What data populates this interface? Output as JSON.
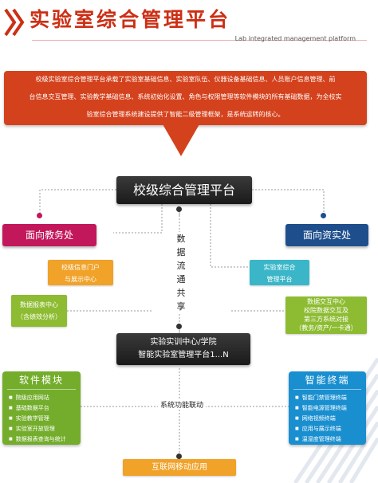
{
  "header": {
    "title": "实验室综合管理平台",
    "title_en": "Lab integrated management platform"
  },
  "intro": {
    "lines": [
      "校级实验室综合管理平台承载了实验室基础信息、实验室队伍、仪器设备基础信息、人员账户信息管理、前",
      "台信息交互管理、实验教学基础信息、系统初始化设置、角色与权限管理等软件模块的所有基础数据，为全校实",
      "验室综合管理系统建设提供了智能二级管理框架，是系统运转的核心。"
    ]
  },
  "central": {
    "label": "校级综合管理平台"
  },
  "left_dept": {
    "label": "面向教务处"
  },
  "right_dept": {
    "label": "面向资实处"
  },
  "portal": {
    "line1": "校级信息门户",
    "line2": "与展示中心"
  },
  "lab_platform": {
    "line1": "实验室综合",
    "line2": "管理平台"
  },
  "report": {
    "line1": "数据报表中心",
    "line2": "（含绩效分析）"
  },
  "exchange": {
    "line1": "数据交互中心",
    "line2": "校院数据交互及",
    "line3": "第三方系统对接",
    "line4": "（教务/资产/一卡通）"
  },
  "data_flow": {
    "chars": [
      "数",
      "据",
      "流",
      "通",
      "共",
      "享"
    ]
  },
  "training": {
    "line1": "实验实训中心/学院",
    "line2": "智能实验室管理平台1...N"
  },
  "software": {
    "title": "软件模块",
    "items": [
      "院级应用网站",
      "基础数据平台",
      "实验教学管理",
      "实验室开放管理",
      "数据报表查询与统计"
    ]
  },
  "terminals": {
    "title": "智能终端",
    "items": [
      "智能门禁管理终端",
      "智能电源管理终端",
      "网络视频终端",
      "应用与展示终端",
      "温湿度管理终端"
    ]
  },
  "linkage": {
    "label": "系统功能联动"
  },
  "mobile": {
    "label": "互联网移动应用"
  },
  "colors": {
    "accent_red": "#cc2f15",
    "bubble": "#d4421d",
    "magenta": "#c2185b",
    "navy": "#1e4f8c",
    "orange": "#f0a229",
    "cyan": "#3bb6c9",
    "green": "#8dbc32",
    "module_green": "#74ad2c",
    "module_blue": "#1a8fd0"
  }
}
